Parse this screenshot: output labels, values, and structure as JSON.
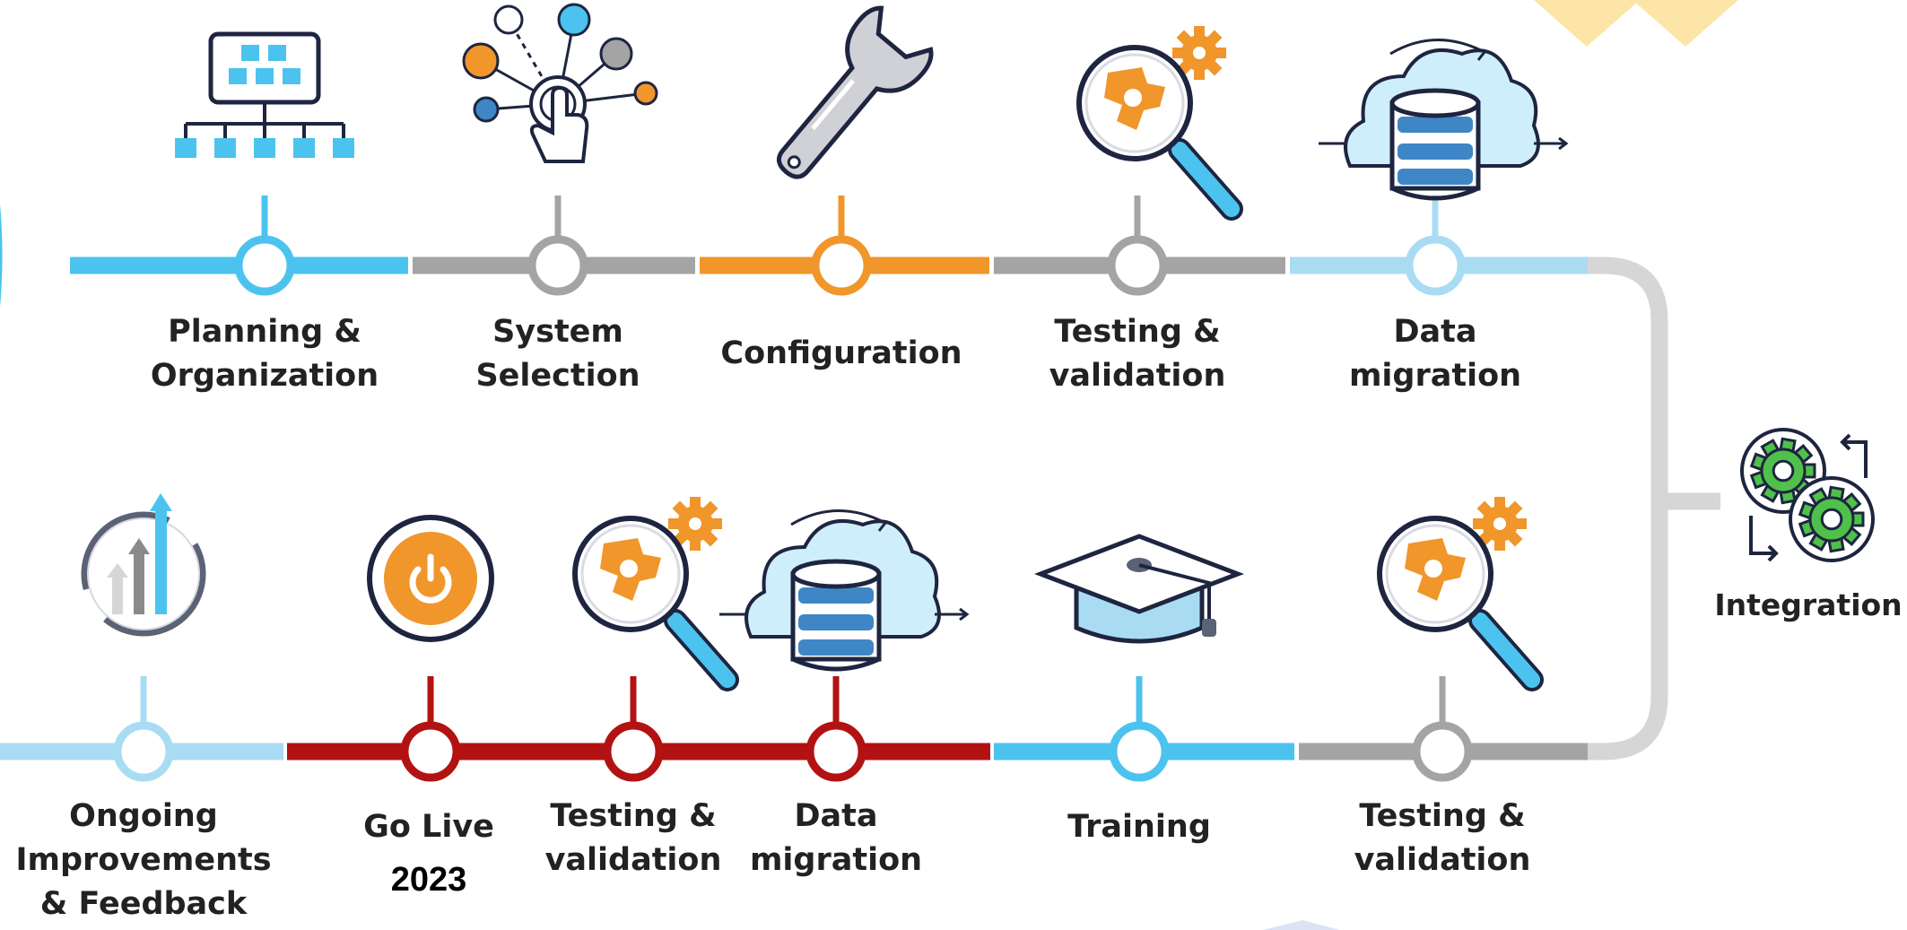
{
  "colors": {
    "cyan": "#4cc3ee",
    "gray": "#a4a4a4",
    "orange": "#f0962b",
    "lightblue": "#a9dcf3",
    "red": "#b31212",
    "lightgray": "#d6d6d6",
    "ring_gray": "#bdbdbd",
    "yellow": "#fde5a8",
    "icon_dark": "#1e2540"
  },
  "top_row": [
    {
      "lines": [
        "Planning &",
        "Organization"
      ],
      "icon": "org-chart-icon",
      "color": "cyan"
    },
    {
      "lines": [
        "System",
        "Selection"
      ],
      "icon": "touch-network-icon",
      "color": "gray"
    },
    {
      "lines": [
        "Configuration"
      ],
      "icon": "wrench-icon",
      "color": "orange"
    },
    {
      "lines": [
        "Testing &",
        "validation"
      ],
      "icon": "magnifier-gear-icon",
      "color": "gray"
    },
    {
      "lines": [
        "Data",
        "migration"
      ],
      "icon": "cloud-database-icon",
      "color": "lightblue"
    }
  ],
  "bottom_row": [
    {
      "lines": [
        "Ongoing",
        "Improvements",
        "& Feedback"
      ],
      "icon": "growth-cycle-icon",
      "color": "lightblue"
    },
    {
      "lines": [
        "Go Live"
      ],
      "year": "2023",
      "icon": "power-button-icon",
      "color": "red"
    },
    {
      "lines": [
        "Testing &",
        "validation"
      ],
      "icon": "magnifier-gear-icon",
      "color": "red"
    },
    {
      "lines": [
        "Data",
        "migration"
      ],
      "icon": "cloud-database-icon",
      "color": "red"
    },
    {
      "lines": [
        "Training"
      ],
      "icon": "graduation-cap-icon",
      "color": "cyan"
    },
    {
      "lines": [
        "Testing &",
        "validation"
      ],
      "icon": "magnifier-gear-icon",
      "color": "gray"
    }
  ],
  "side_node": {
    "label": "Integration",
    "icon": "sync-gears-icon"
  }
}
